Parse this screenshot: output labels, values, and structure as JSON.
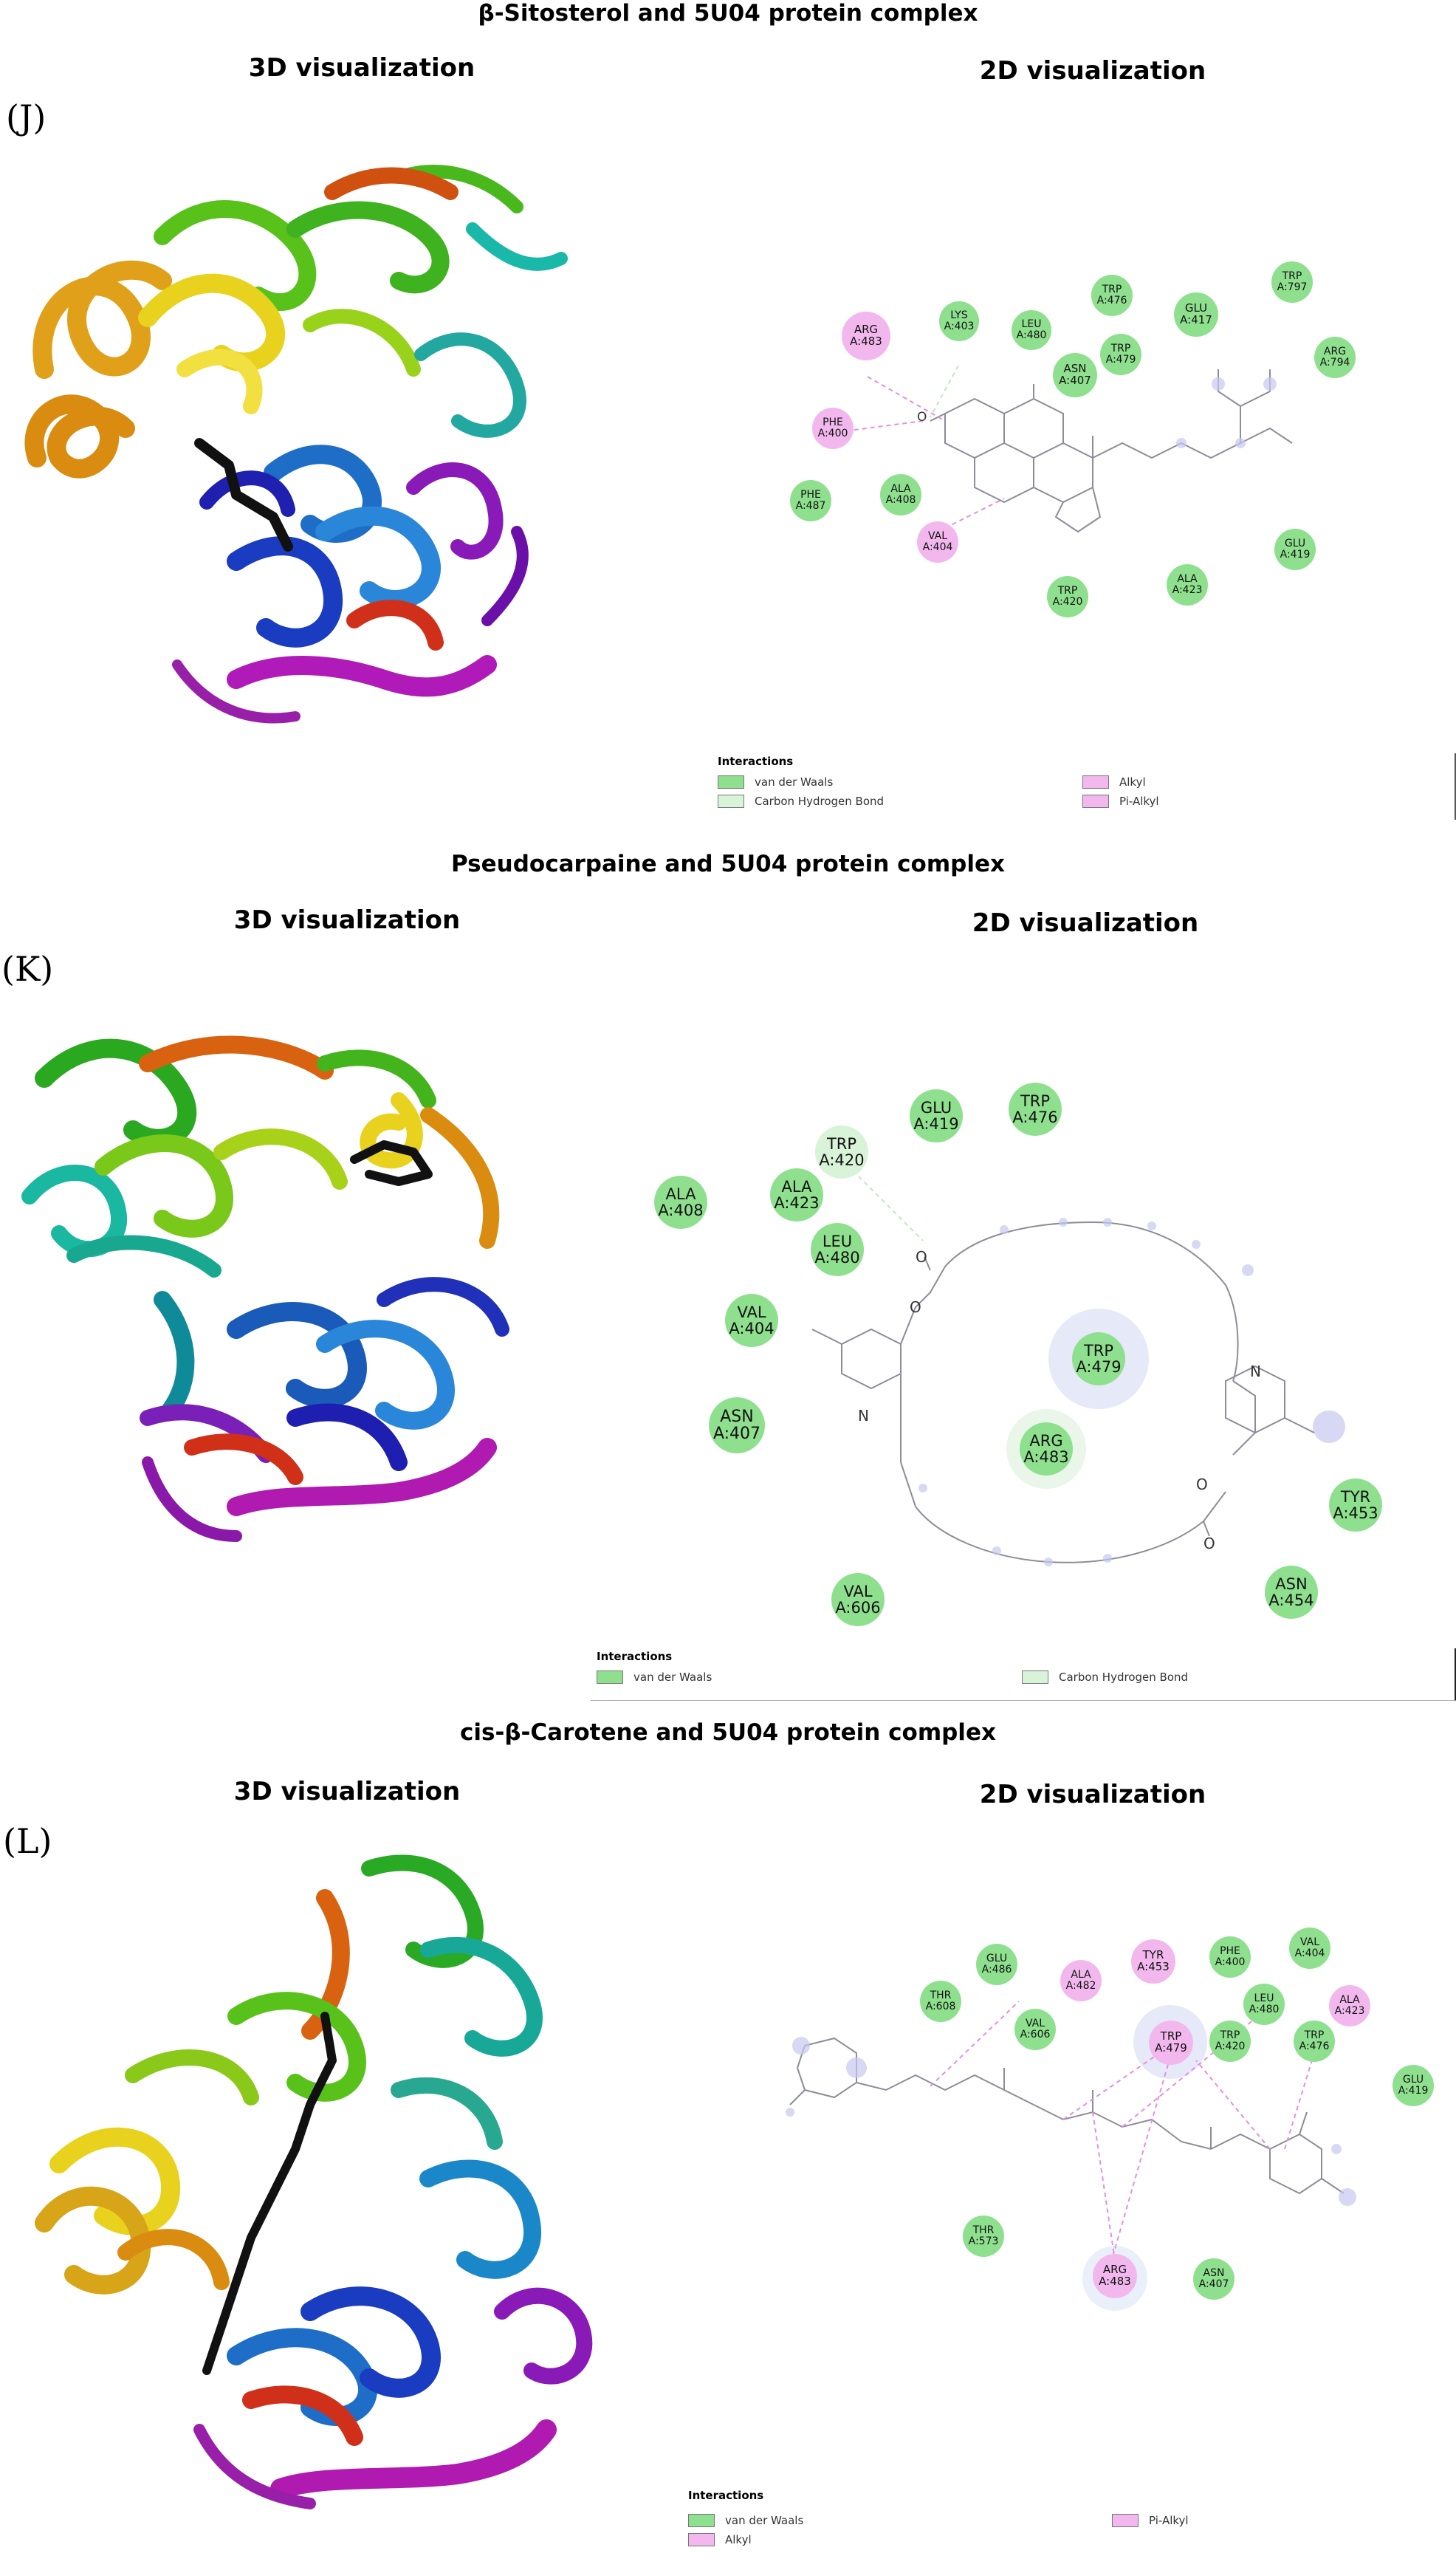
{
  "sections": [
    {
      "title": "β-Sitosterol and 5U04 protein complex",
      "label_3d": "3D visualization",
      "label_2d": "2D visualization",
      "panel": "(J)",
      "residues": [
        {
          "name": "ARG",
          "id": "A:483",
          "type": "alkyl"
        },
        {
          "name": "LYS",
          "id": "A:403",
          "type": "vdw"
        },
        {
          "name": "LEU",
          "id": "A:480",
          "type": "vdw"
        },
        {
          "name": "TRP",
          "id": "A:476",
          "type": "vdw"
        },
        {
          "name": "GLU",
          "id": "A:417",
          "type": "vdw"
        },
        {
          "name": "TRP",
          "id": "A:797",
          "type": "vdw"
        },
        {
          "name": "TRP",
          "id": "A:479",
          "type": "vdw"
        },
        {
          "name": "ASN",
          "id": "A:407",
          "type": "vdw"
        },
        {
          "name": "ARG",
          "id": "A:794",
          "type": "vdw"
        },
        {
          "name": "PHE",
          "id": "A:400",
          "type": "alkyl"
        },
        {
          "name": "PHE",
          "id": "A:487",
          "type": "vdw"
        },
        {
          "name": "ALA",
          "id": "A:408",
          "type": "vdw"
        },
        {
          "name": "VAL",
          "id": "A:404",
          "type": "alkyl"
        },
        {
          "name": "GLU",
          "id": "A:419",
          "type": "vdw"
        },
        {
          "name": "TRP",
          "id": "A:420",
          "type": "vdw"
        },
        {
          "name": "ALA",
          "id": "A:423",
          "type": "vdw"
        }
      ],
      "atoms": [
        "O"
      ],
      "legend": {
        "title": "Interactions",
        "items": [
          {
            "label": "van der Waals",
            "color": "#8ee08e"
          },
          {
            "label": "Carbon Hydrogen Bond",
            "color": "#d8f3d8"
          },
          {
            "label": "Alkyl",
            "color": "#f2b8ee"
          },
          {
            "label": "Pi-Alkyl",
            "color": "#f2b8ee"
          }
        ]
      }
    },
    {
      "title": "Pseudocarpaine and 5U04 protein complex",
      "label_3d": "3D visualization",
      "label_2d": "2D visualization",
      "panel": "(K)",
      "residues": [
        {
          "name": "GLU",
          "id": "A:419",
          "type": "vdw"
        },
        {
          "name": "TRP",
          "id": "A:476",
          "type": "vdw"
        },
        {
          "name": "TRP",
          "id": "A:420",
          "type": "chb"
        },
        {
          "name": "ALA",
          "id": "A:408",
          "type": "vdw"
        },
        {
          "name": "ALA",
          "id": "A:423",
          "type": "vdw"
        },
        {
          "name": "LEU",
          "id": "A:480",
          "type": "vdw"
        },
        {
          "name": "VAL",
          "id": "A:404",
          "type": "vdw"
        },
        {
          "name": "TRP",
          "id": "A:479",
          "type": "vdw"
        },
        {
          "name": "ASN",
          "id": "A:407",
          "type": "vdw"
        },
        {
          "name": "ARG",
          "id": "A:483",
          "type": "vdw"
        },
        {
          "name": "TYR",
          "id": "A:453",
          "type": "vdw"
        },
        {
          "name": "VAL",
          "id": "A:606",
          "type": "vdw"
        },
        {
          "name": "ASN",
          "id": "A:454",
          "type": "vdw"
        }
      ],
      "atoms": [
        "O",
        "O",
        "N",
        "N",
        "O",
        "O"
      ],
      "legend": {
        "title": "Interactions",
        "items": [
          {
            "label": "van der Waals",
            "color": "#8ee08e"
          },
          {
            "label": "Carbon Hydrogen Bond",
            "color": "#d8f3d8"
          }
        ]
      }
    },
    {
      "title": "cis-β-Carotene and 5U04 protein complex",
      "label_3d": "3D visualization",
      "label_2d": "2D visualization",
      "panel": "(L)",
      "residues": [
        {
          "name": "GLU",
          "id": "A:486",
          "type": "vdw"
        },
        {
          "name": "THR",
          "id": "A:608",
          "type": "vdw"
        },
        {
          "name": "ALA",
          "id": "A:482",
          "type": "alkyl"
        },
        {
          "name": "TYR",
          "id": "A:453",
          "type": "alkyl"
        },
        {
          "name": "PHE",
          "id": "A:400",
          "type": "vdw"
        },
        {
          "name": "VAL",
          "id": "A:404",
          "type": "vdw"
        },
        {
          "name": "VAL",
          "id": "A:606",
          "type": "vdw"
        },
        {
          "name": "LEU",
          "id": "A:480",
          "type": "vdw"
        },
        {
          "name": "ALA",
          "id": "A:423",
          "type": "alkyl"
        },
        {
          "name": "TRP",
          "id": "A:479",
          "type": "alkyl"
        },
        {
          "name": "TRP",
          "id": "A:420",
          "type": "vdw"
        },
        {
          "name": "TRP",
          "id": "A:476",
          "type": "vdw"
        },
        {
          "name": "GLU",
          "id": "A:419",
          "type": "vdw"
        },
        {
          "name": "THR",
          "id": "A:573",
          "type": "vdw"
        },
        {
          "name": "ARG",
          "id": "A:483",
          "type": "alkyl"
        },
        {
          "name": "ASN",
          "id": "A:407",
          "type": "vdw"
        }
      ],
      "legend": {
        "title": "Interactions",
        "items": [
          {
            "label": "van der Waals",
            "color": "#8ee08e"
          },
          {
            "label": "Alkyl",
            "color": "#f2b8ee"
          },
          {
            "label": "Pi-Alkyl",
            "color": "#f2b8ee"
          }
        ]
      }
    }
  ],
  "colors": {
    "vdw_fill": "#8ee08e",
    "chb_fill": "#d8f3d8",
    "alkyl_fill": "#f2b8ee",
    "bond_line": "#8c8c9a",
    "alkyl_line": "#e58ee0",
    "chb_line": "#bfe8bf"
  }
}
